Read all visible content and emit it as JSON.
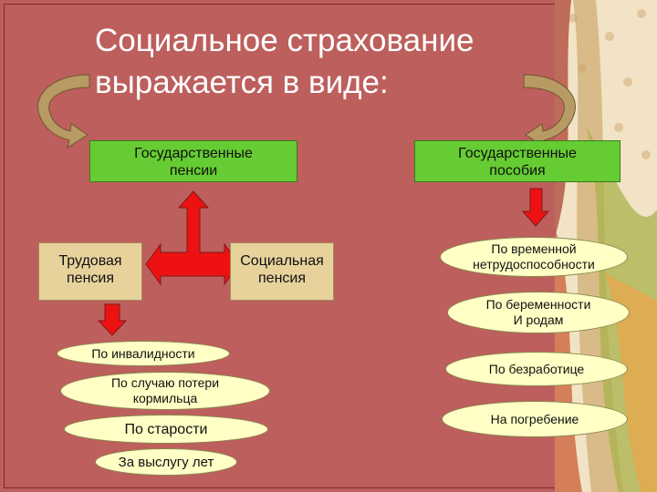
{
  "title": {
    "line1": "Социальное страхование",
    "line2": "выражается в виде:"
  },
  "pensions": {
    "header_line1": "Государственные",
    "header_line2": "пенсии",
    "labor_line1": "Трудовая",
    "labor_line2": "пенсия",
    "social_line1": "Социальная",
    "social_line2": "пенсия",
    "items": [
      {
        "line1": "По инвалидности",
        "line2": ""
      },
      {
        "line1": "По случаю потери",
        "line2": "кормильца"
      },
      {
        "line1": "По старости",
        "line2": ""
      },
      {
        "line1": "За выслугу лет",
        "line2": ""
      }
    ]
  },
  "benefits": {
    "header_line1": "Государственные",
    "header_line2": "пособия",
    "items": [
      {
        "line1": "По временной",
        "line2": "нетрудоспособности"
      },
      {
        "line1": "По беременности",
        "line2": "И родам"
      },
      {
        "line1": "По безработице",
        "line2": ""
      },
      {
        "line1": "На погребение",
        "line2": ""
      }
    ]
  },
  "colors": {
    "background": "#bd5f5c",
    "header_box": "#66cc33",
    "pension_box": "#e8d29c",
    "ellipse": "#ffffc6",
    "arrow": "#ee1111",
    "curved_arrow": "#b79a64"
  }
}
